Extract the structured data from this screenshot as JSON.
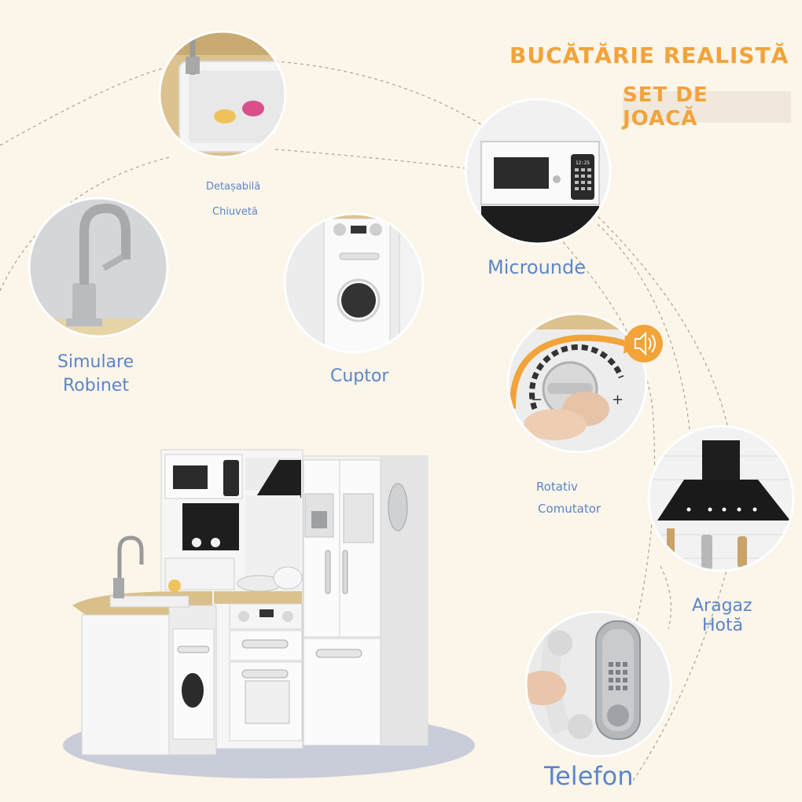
{
  "headline": {
    "title": "BUCĂTĂRIE REALISTĂ",
    "subtitle": "SET DE JOACĂ"
  },
  "features": {
    "sink": {
      "line1": "Detașabilă",
      "line2": "Chiuvetă"
    },
    "faucet": {
      "line1": "Simulare",
      "line2": "Robinet"
    },
    "oven": {
      "label": "Cuptor"
    },
    "microwave": {
      "label": "Microunde",
      "display": "12:25"
    },
    "knob": {
      "line1": "Rotativ",
      "line2": "Comutator",
      "minus": "−",
      "plus": "+"
    },
    "hood": {
      "line1": "Aragaz",
      "line2": "Hotă"
    },
    "phone": {
      "label": "Telefon"
    }
  },
  "colors": {
    "accent": "#f2a33a",
    "label": "#5b86c8",
    "background": "#fbf5ea",
    "shadow": "#c9ccd9"
  }
}
